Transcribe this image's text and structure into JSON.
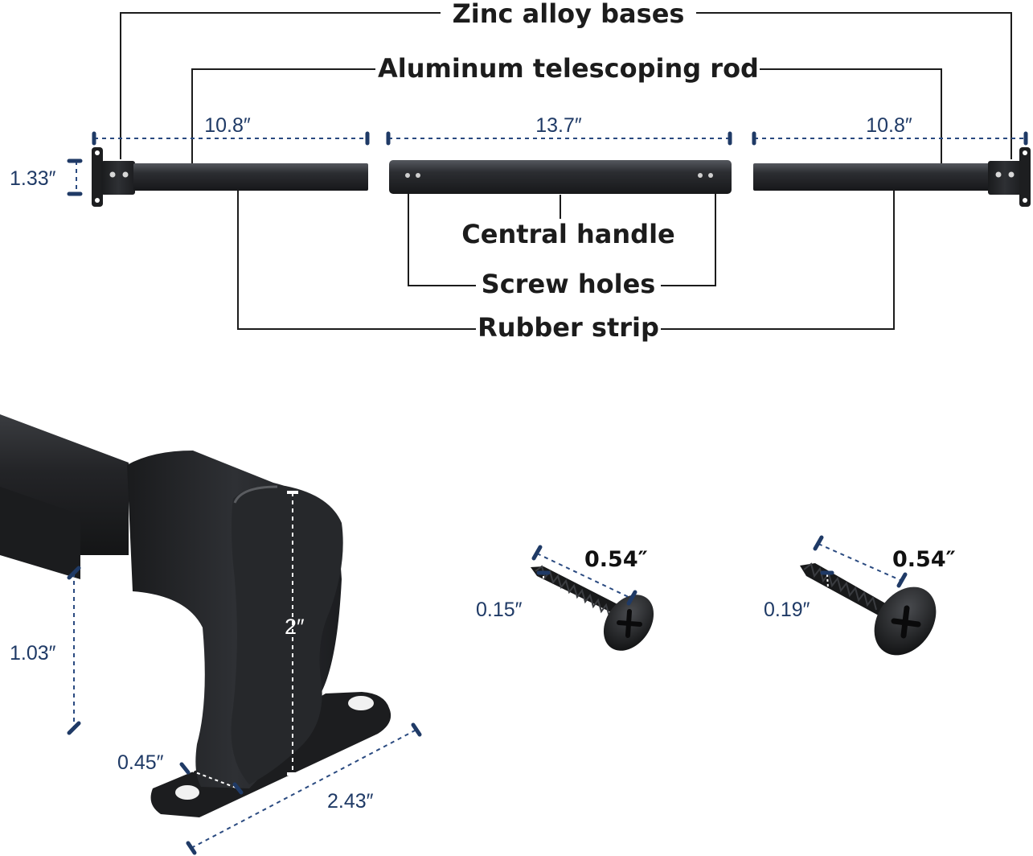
{
  "callouts": {
    "zinc": "Zinc alloy bases",
    "aluminum": "Aluminum telescoping rod",
    "handle": "Central handle",
    "screw_holes": "Screw holes",
    "rubber": "Rubber strip"
  },
  "dimensions": {
    "left_section": "10.8″",
    "middle_section": "13.7″",
    "right_section": "10.8″",
    "rod_diameter": "1.33″",
    "base_height": "2″",
    "base_offset": "1.03″",
    "base_thickness": "0.45″",
    "base_length": "2.43″",
    "screw1_length": "0.54″",
    "screw1_diameter": "0.15″",
    "screw2_length": "0.54″",
    "screw2_diameter": "0.19″"
  },
  "colors": {
    "rod": "#2a2c30",
    "dimension": "#1f3a66",
    "text": "#1c1c1c"
  }
}
